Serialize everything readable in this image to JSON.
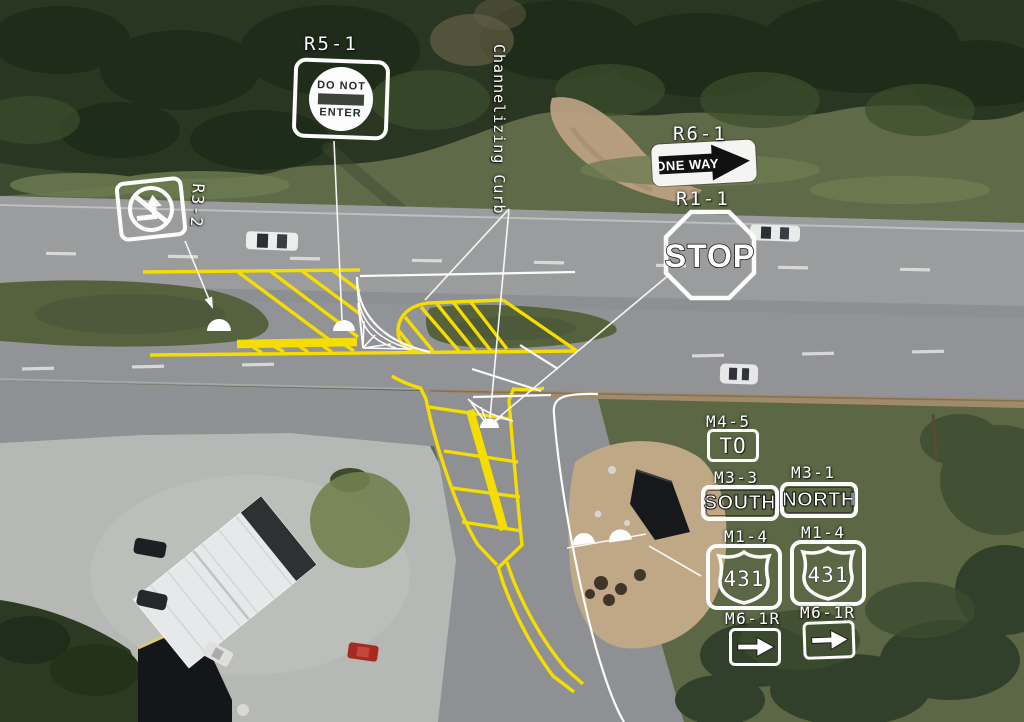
{
  "colors": {
    "marking_yellow": "#f5dd00",
    "annotation_white": "#fbfbfa"
  },
  "callouts": {
    "r5_1": "R5-1",
    "r3_2": "R3-2",
    "r6_1": "R6-1",
    "r1_1": "R1-1",
    "m4_5": "M4-5",
    "m3_3": "M3-3",
    "m3_1": "M3-1",
    "m1_4_left": "M1-4",
    "m1_4_right": "M1-4",
    "m6_1r_left": "M6-1R",
    "m6_1r_right": "M6-1R"
  },
  "signs": {
    "do_not_enter": {
      "line1": "DO NOT",
      "line2": "ENTER"
    },
    "one_way": {
      "text": "ONE WAY"
    },
    "stop": {
      "text": "STOP"
    },
    "to": {
      "text": "TO"
    },
    "south": {
      "text": "SOUTH"
    },
    "north": {
      "text": "NORTH"
    },
    "route_shield_left": {
      "number": "431"
    },
    "route_shield_right": {
      "number": "431"
    }
  },
  "notes": {
    "channelizing_curb": "Channelizing Curb"
  }
}
